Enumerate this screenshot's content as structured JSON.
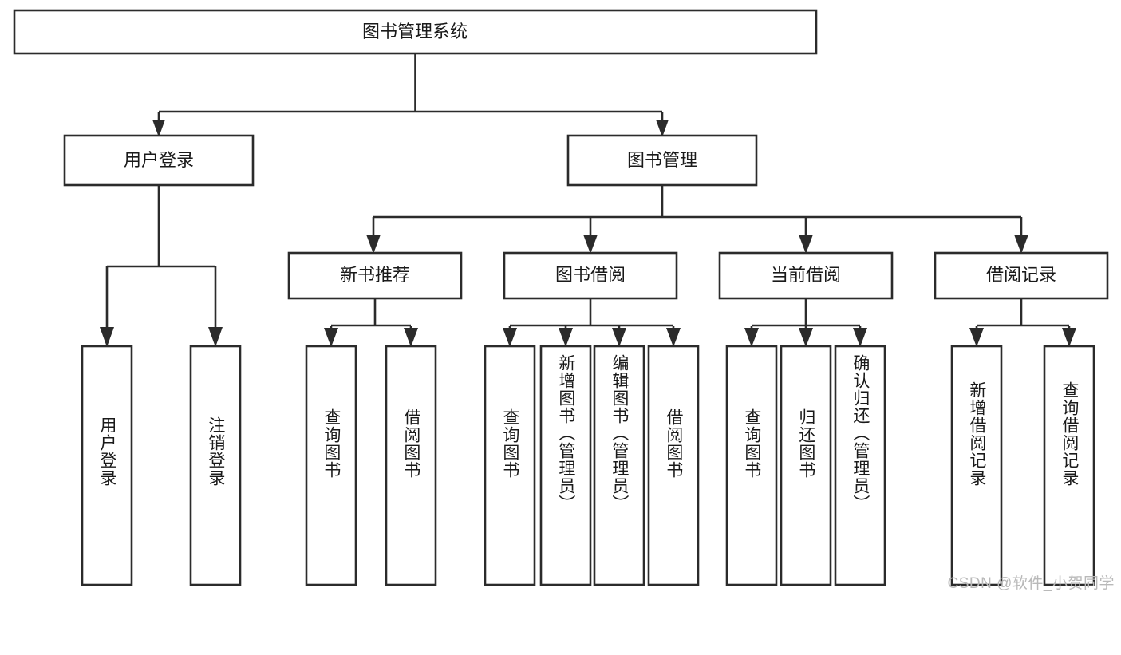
{
  "diagram": {
    "title": "图书管理系统",
    "type": "tree",
    "colors": {
      "box_stroke": "#2b2b2b",
      "box_fill": "#ffffff",
      "connector": "#2b2b2b",
      "text": "#1a1a1a",
      "watermark": "#b9b9b9",
      "background": "#ffffff"
    },
    "root": {
      "label": "图书管理系统"
    },
    "level2": [
      {
        "id": "user-login",
        "label": "用户登录"
      },
      {
        "id": "book-manage",
        "label": "图书管理"
      }
    ],
    "level3": [
      {
        "id": "new-book-recommend",
        "label": "新书推荐",
        "parent": "book-manage"
      },
      {
        "id": "book-borrow",
        "label": "图书借阅",
        "parent": "book-manage"
      },
      {
        "id": "current-borrow",
        "label": "当前借阅",
        "parent": "book-manage"
      },
      {
        "id": "borrow-record",
        "label": "借阅记录",
        "parent": "book-manage"
      }
    ],
    "leaves": [
      {
        "id": "leaf-user-login",
        "label": "用户登录",
        "parent": "user-login"
      },
      {
        "id": "leaf-user-logout",
        "label": "注销登录",
        "parent": "user-login"
      },
      {
        "id": "leaf-query-book-1",
        "label": "查询图书",
        "parent": "new-book-recommend"
      },
      {
        "id": "leaf-borrow-book-1",
        "label": "借阅图书",
        "parent": "new-book-recommend"
      },
      {
        "id": "leaf-query-book-2",
        "label": "查询图书",
        "parent": "book-borrow"
      },
      {
        "id": "leaf-add-book",
        "label": "新增图书（管理员）",
        "parent": "book-borrow"
      },
      {
        "id": "leaf-edit-book",
        "label": "编辑图书（管理员）",
        "parent": "book-borrow"
      },
      {
        "id": "leaf-borrow-book-2",
        "label": "借阅图书",
        "parent": "book-borrow"
      },
      {
        "id": "leaf-query-book-3",
        "label": "查询图书",
        "parent": "current-borrow"
      },
      {
        "id": "leaf-return-book",
        "label": "归还图书",
        "parent": "current-borrow"
      },
      {
        "id": "leaf-confirm-return",
        "label": "确认归还（管理员）",
        "parent": "current-borrow"
      },
      {
        "id": "leaf-add-record",
        "label": "新增借阅记录",
        "parent": "borrow-record"
      },
      {
        "id": "leaf-query-record",
        "label": "查询借阅记录",
        "parent": "borrow-record"
      }
    ]
  },
  "watermark": {
    "text": "CSDN @软件_小贺同学"
  }
}
